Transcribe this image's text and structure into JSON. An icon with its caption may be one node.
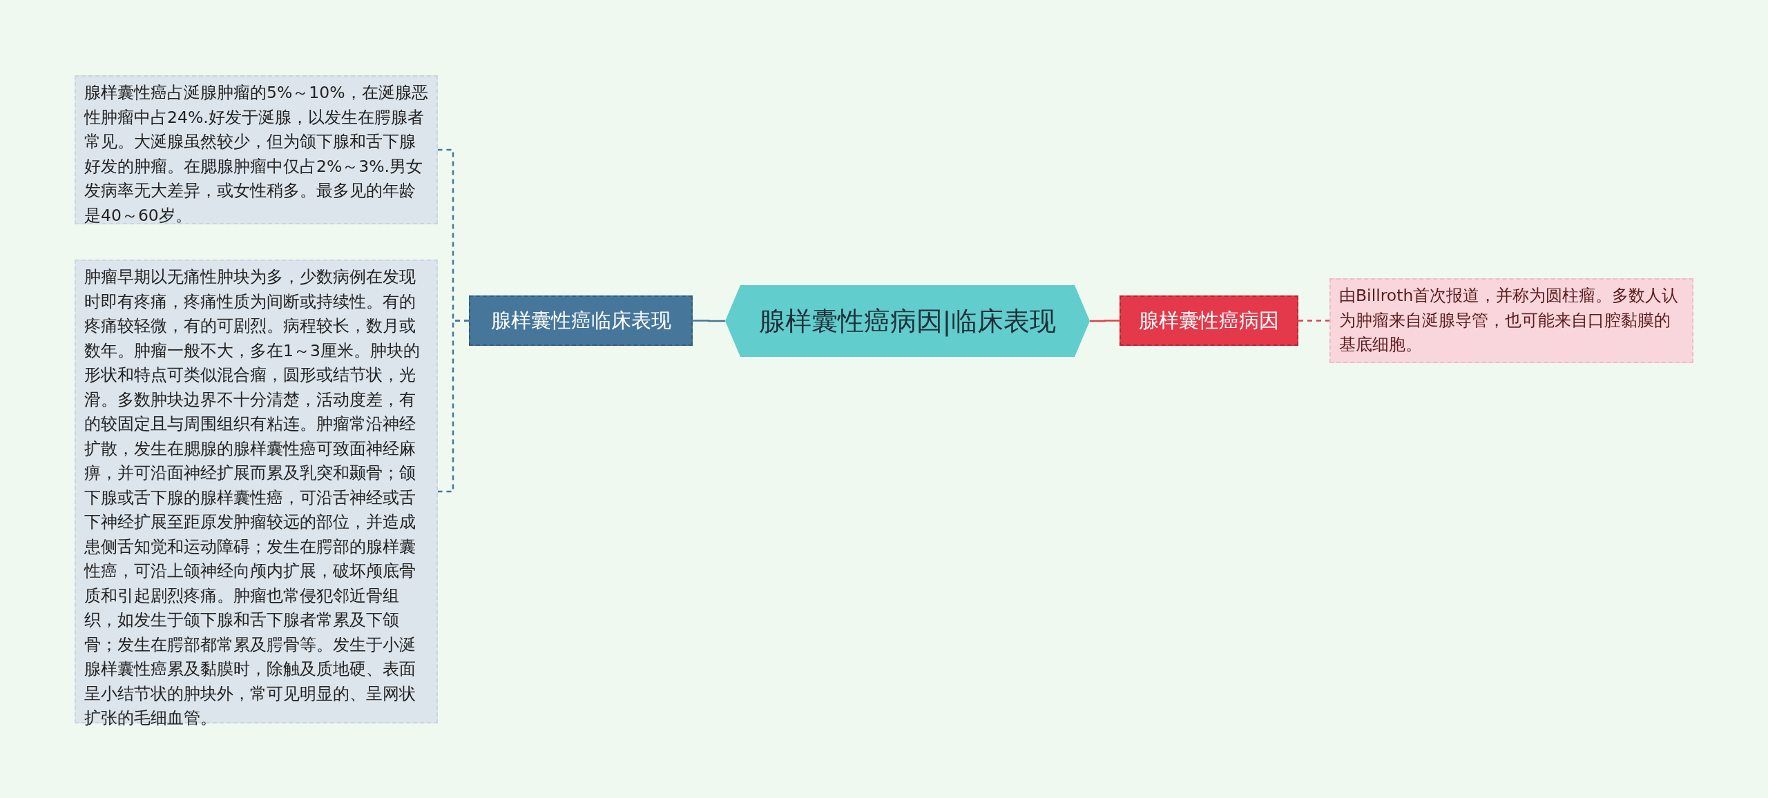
{
  "diagram": {
    "nodes": [
      {
        "text": [
          "腺样囊性癌病因|临床表现"
        ]
      },
      {
        "text": [
          "腺样囊性癌临床表现"
        ]
      },
      {
        "text": [
          "腺样囊性癌占涎腺肿瘤的5%～10%，在涎腺恶性肿瘤中占24%.好发于涎腺，以发生在腭腺者常见。大涎腺虽然较少，但为颌下腺和舌下腺好发的肿瘤。在腮腺肿瘤中仅占2%～3%.男女发病率无大差异，或女性稍多。最多见的年龄是40～60岁。"
        ]
      },
      {
        "text": [
          "肿瘤早期以无痛性肿块为多，少数病例在发现时即有疼痛，疼痛性质为间断或持续性。有的疼痛较轻微，有的可剧烈。病程较长，数月或数年。肿瘤一般不大，多在1～3厘米。肿块的形状和特点可类似混合瘤，圆形或结节状，光滑。多数肿块边界不十分清楚，活动度差，有的较固定且与周围组织有粘连。肿瘤常沿神经扩散，发生在腮腺的腺样囊性癌可致面神经麻痹，并可沿面神经扩展而累及乳突和颞骨；颌下腺或舌下腺的腺样囊性癌，可沿舌神经或舌下神经扩展至距原发肿瘤较远的部位，并造成患侧舌知觉和运动障碍；发生在腭部的腺样囊性癌，可沿上颌神经向颅内扩展，破坏颅底骨质和引起剧烈疼痛。肿瘤也常侵犯邻近骨组织，如发生于颌下腺和舌下腺者常累及下颌骨；发生在腭部都常累及腭骨等。发生于小涎腺样囊性癌累及黏膜时，除触及质地硬、表面呈小结节状的肿块外，常可见明显的、呈网状扩张的毛细血管。"
        ]
      },
      {
        "text": [
          "腺样囊性癌病因"
        ]
      },
      {
        "text": [
          "由Billroth首次报道，并称为圆柱瘤。多数人认为肿瘤来自涎腺导管，也可能来自口腔黏膜的基底细胞。"
        ]
      }
    ],
    "edges": [
      {
        "from": 0,
        "to": 1,
        "arrow": "none"
      },
      {
        "from": 1,
        "to": 2,
        "arrow": "none",
        "style": "dashed"
      },
      {
        "from": 1,
        "to": 3,
        "arrow": "none",
        "style": "dashed"
      },
      {
        "from": 0,
        "to": 4,
        "arrow": "none",
        "color": "#e0404a"
      },
      {
        "from": 4,
        "to": 5,
        "arrow": "none",
        "style": "dashed",
        "color": "#e0404a"
      }
    ]
  }
}
